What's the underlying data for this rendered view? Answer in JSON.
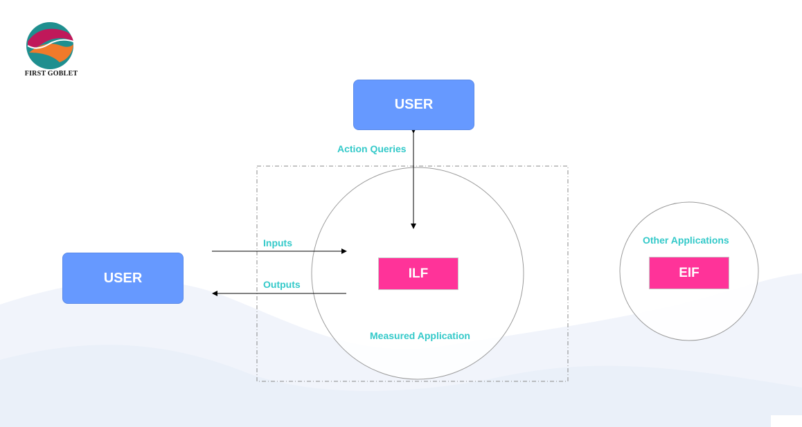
{
  "logo": {
    "name": "FIRST GOBLET",
    "colors": {
      "teal": "#1f8f8f",
      "magenta": "#c0185a",
      "orange": "#f07a2a"
    }
  },
  "diagram": {
    "user_top": "USER",
    "user_left": "USER",
    "ilf": "ILF",
    "eif": "EIF",
    "labels": {
      "action_queries": "Action Queries",
      "inputs": "Inputs",
      "outputs": "Outputs",
      "measured_application": "Measured Application",
      "other_applications": "Other Applications"
    }
  },
  "colors": {
    "user_box": "#6699ff",
    "store_box": "#ff3399",
    "label_text": "#33c9c9",
    "boundary_line": "#888888"
  }
}
